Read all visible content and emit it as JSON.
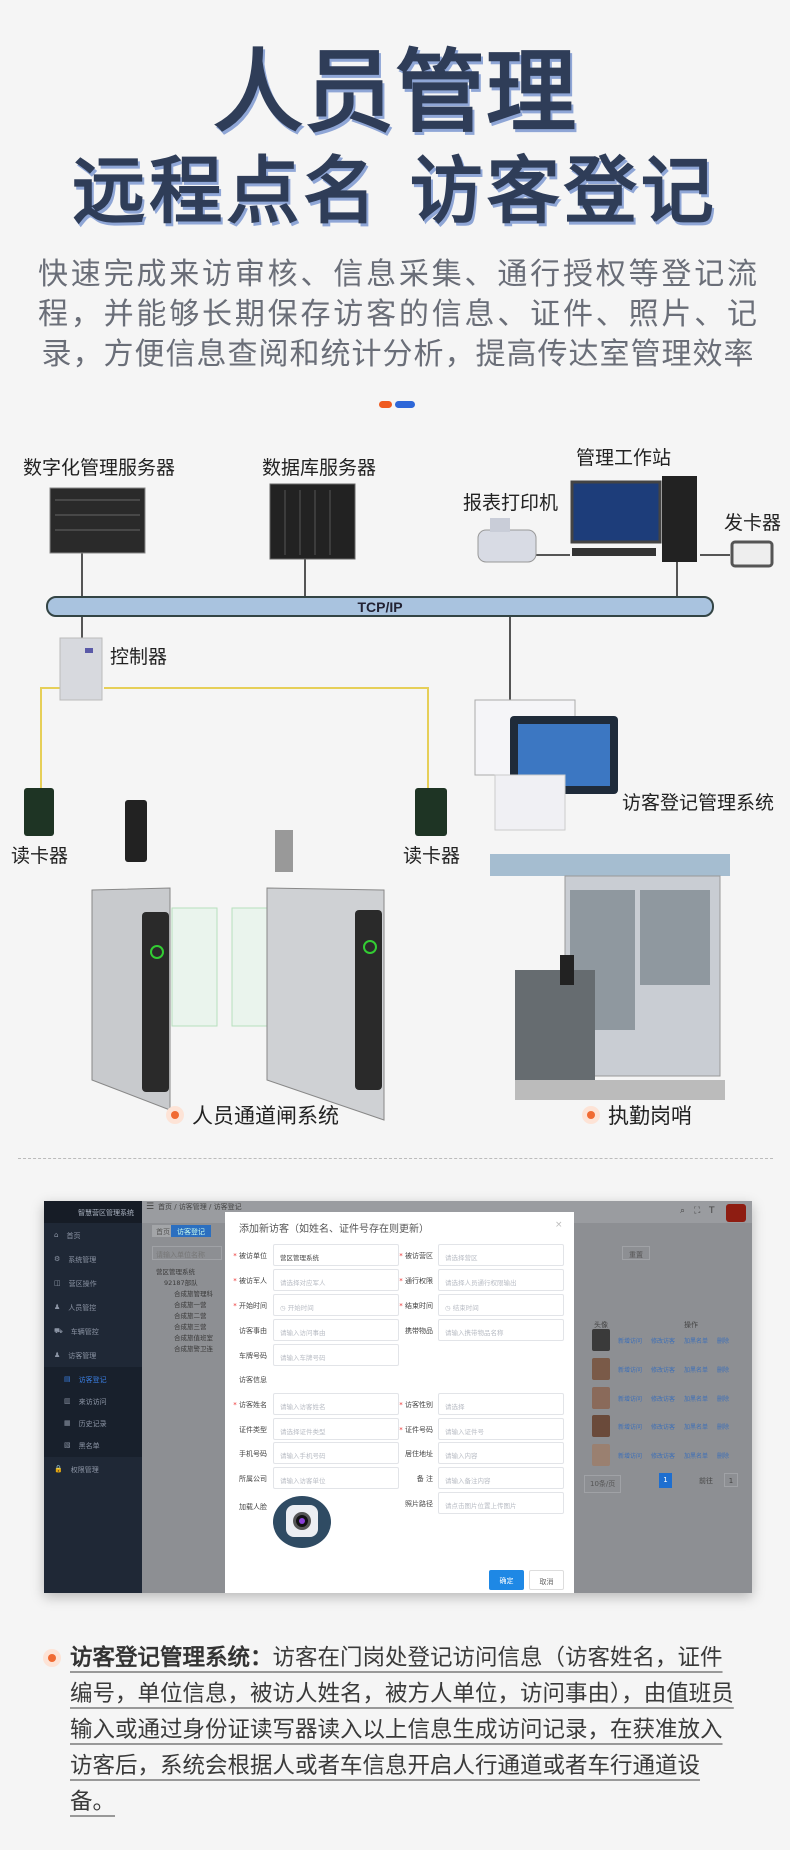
{
  "header": {
    "title_line1": "人员管理",
    "title_line2": "远程点名 访客登记",
    "intro": "快速完成来访审核、信息采集、通行授权等登记流程，并能够长期保存访客的信息、证件、照片、记录，方便信息查阅和统计分析，提高传达室管理效率"
  },
  "diagram": {
    "labels": {
      "digital_server": "数字化管理服务器",
      "db_server": "数据库服务器",
      "workstation": "管理工作站",
      "printer": "报表打印机",
      "card_issuer": "发卡器",
      "network": "TCP/IP",
      "controller": "控制器",
      "reader_left": "读卡器",
      "reader_right": "读卡器",
      "visitor_system": "访客登记管理系统"
    },
    "captions": {
      "gate": "人员通道闸系统",
      "booth": "执勤岗哨"
    }
  },
  "app": {
    "sidebar_title": "智慧营区管理系统",
    "sidebar": [
      "首页",
      "系统管理",
      "营区操作",
      "人员管控",
      "车辆管控",
      "访客管理",
      "访客登记",
      "来访访问",
      "历史记录",
      "黑名单",
      "权限管理"
    ],
    "breadcrumb": [
      "首页",
      "访客管理",
      "访客登记"
    ],
    "tabs": [
      "首页",
      "访客登记"
    ],
    "search_placeholder": "请输入单位名称",
    "tree": [
      "营区管理系统",
      "92187部队",
      "合成旅管理科",
      "合成旅一营",
      "合成旅二营",
      "合成旅三营",
      "合成旅值班室",
      "合成旅警卫连"
    ],
    "reset_label": "重置",
    "table_headers": [
      "头像",
      "操作"
    ],
    "row_actions": [
      "新增访问",
      "修改访客",
      "加黑名单",
      "删除"
    ],
    "page_size": "10条/页",
    "current_page": "1",
    "goto_label": "前往",
    "goto_value": "1",
    "modal": {
      "title": "添加新访客（如姓名、证件号存在则更新）",
      "close": "×",
      "fields": [
        {
          "label": "被访单位",
          "required": true,
          "value": "营区管理系统",
          "placeholder": ""
        },
        {
          "label": "被访营区",
          "required": true,
          "value": "",
          "placeholder": "请选择营区"
        },
        {
          "label": "被访军人",
          "required": true,
          "value": "",
          "placeholder": "请选择对应军人"
        },
        {
          "label": "通行权限",
          "required": true,
          "value": "",
          "placeholder": "请选择人员通行权限输出"
        },
        {
          "label": "开始时间",
          "required": true,
          "value": "",
          "placeholder": "◷ 开始时间"
        },
        {
          "label": "结束时间",
          "required": true,
          "value": "",
          "placeholder": "◷ 结束时间"
        },
        {
          "label": "访客事由",
          "required": false,
          "value": "",
          "placeholder": "请输入访问事由"
        },
        {
          "label": "携带物品",
          "required": false,
          "value": "",
          "placeholder": "请输入携带物品名称"
        },
        {
          "label": "车牌号码",
          "required": false,
          "value": "",
          "placeholder": "请输入车牌号码"
        },
        {
          "label": "访客姓名",
          "required": true,
          "value": "",
          "placeholder": "请输入访客姓名"
        },
        {
          "label": "访客性别",
          "required": true,
          "value": "",
          "placeholder": "请选择"
        },
        {
          "label": "证件类型",
          "required": false,
          "value": "",
          "placeholder": "请选择证件类型"
        },
        {
          "label": "证件号码",
          "required": true,
          "value": "",
          "placeholder": "请输入证件号"
        },
        {
          "label": "手机号码",
          "required": false,
          "value": "",
          "placeholder": "请输入手机号码"
        },
        {
          "label": "居住地址",
          "required": false,
          "value": "",
          "placeholder": "请输入内容"
        },
        {
          "label": "所属公司",
          "required": false,
          "value": "",
          "placeholder": "请输入访客单位"
        },
        {
          "label": "备 注",
          "required": false,
          "value": "",
          "placeholder": "请输入备注内容"
        },
        {
          "label": "照片路径",
          "required": false,
          "value": "",
          "placeholder": "请点击图片位置上传图片"
        }
      ],
      "section_label": "访客信息",
      "face_label": "加载人脸",
      "confirm": "确定",
      "cancel": "取消"
    }
  },
  "note": {
    "title": "访客登记管理系统：",
    "body": "访客在门岗处登记访问信息（访客姓名，证件编号，单位信息，被访人姓名，被方人单位，访问事由），由值班员输入或通过身份证读写器读入以上信息生成访问记录，在获准放入访客后，系统会根据人或者车信息开启人行通道或者车行通道设备。"
  },
  "colors": {
    "title": "#2f3d58",
    "accent_orange": "#ef5a1f",
    "accent_blue": "#2e67d8",
    "primary_button": "#1e88e5"
  }
}
